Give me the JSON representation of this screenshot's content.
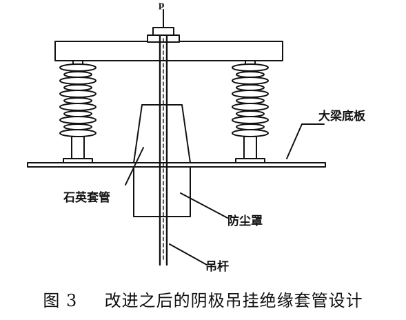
{
  "labels": {
    "rod_top": "p",
    "beam_plate": "大梁底板",
    "quartz_sleeve": "石英套管",
    "dust_cover": "防尘罩",
    "hanger_rod": "吊杆"
  },
  "caption": {
    "figure_no": "图 3",
    "title": "改进之后的阴极吊挂绝缘套管设计"
  }
}
